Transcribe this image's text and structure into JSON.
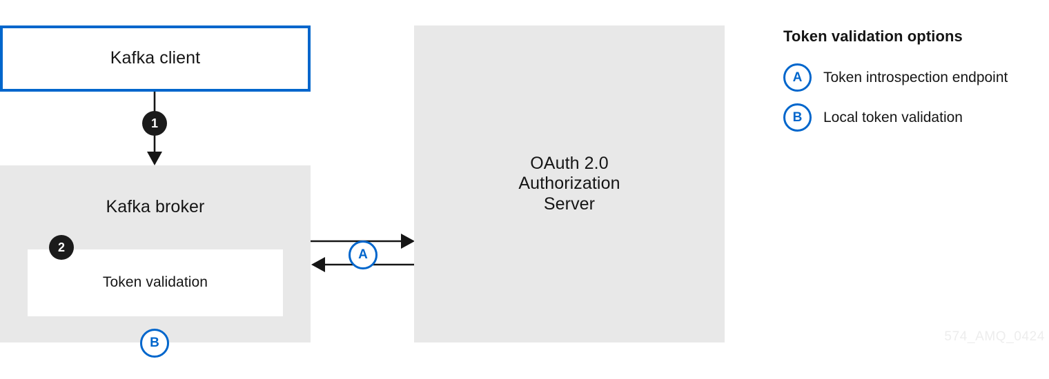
{
  "diagram": {
    "nodes": {
      "kafka_client": {
        "label": "Kafka client"
      },
      "kafka_broker": {
        "label": "Kafka broker"
      },
      "token_validation": {
        "label": "Token validation"
      },
      "oauth_server": {
        "line1": "OAuth 2.0",
        "line2": "Authorization",
        "line3": "Server"
      }
    },
    "step_badges": {
      "one": "1",
      "two": "2"
    },
    "option_badges": {
      "a": "A",
      "b": "B"
    }
  },
  "legend": {
    "title": "Token validation options",
    "items": [
      {
        "badge": "A",
        "label": "Token introspection endpoint"
      },
      {
        "badge": "B",
        "label": "Local token validation"
      }
    ]
  },
  "watermark": {
    "text": "574_AMQ_0424"
  },
  "colors": {
    "accent_blue": "#0066cc",
    "box_gray": "#e8e8e8",
    "badge_dark": "#1b1b1b",
    "text": "#151515",
    "watermark": "#ededed"
  }
}
